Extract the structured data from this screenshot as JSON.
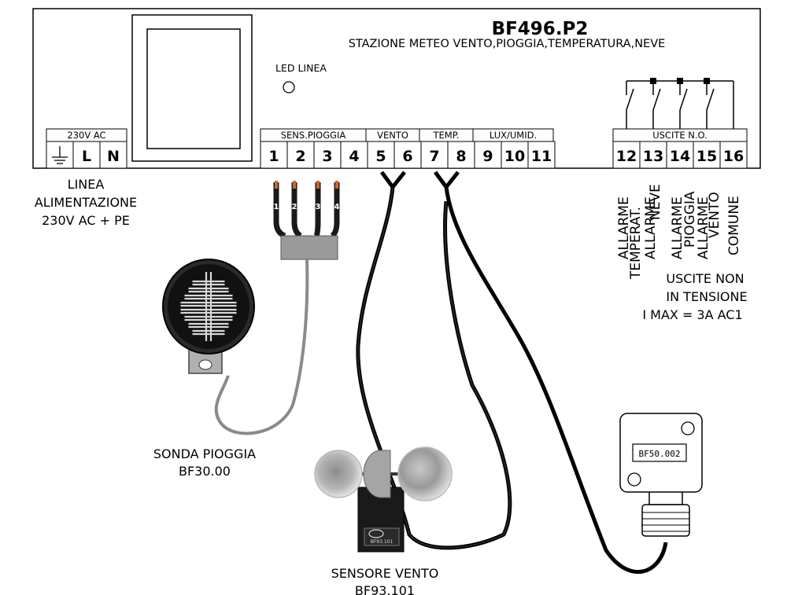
{
  "title": "BF496.P2",
  "subtitle": "STAZIONE METEO VENTO,PIOGGIA,TEMPERATURA,NEVE",
  "led_label": "LED LINEA",
  "power": {
    "header": "230V AC",
    "terminals": [
      "L",
      "N"
    ],
    "caption_lines": [
      "LINEA",
      "ALIMENTAZIONE",
      "230V AC + PE"
    ]
  },
  "groups": {
    "rain": "SENS.PIOGGIA",
    "wind": "VENTO",
    "temp": "TEMP.",
    "lux": "LUX/UMID.",
    "outputs": "USCITE N.O."
  },
  "terminals_left": [
    "1",
    "2",
    "3",
    "4",
    "5",
    "6",
    "7",
    "8",
    "9",
    "10",
    "11"
  ],
  "terminals_right": [
    "12",
    "13",
    "14",
    "15",
    "16"
  ],
  "output_labels": [
    [
      "ALLARME",
      "TEMPERAT."
    ],
    [
      "ALLARME",
      "NEVE"
    ],
    [
      "ALLARME",
      "PIOGGIA"
    ],
    [
      "ALLARME",
      "VENTO"
    ],
    [
      "COMUNE"
    ]
  ],
  "outputs_note": [
    "USCITE NON",
    "IN TENSIONE",
    "I MAX = 3A AC1"
  ],
  "rain_wires": [
    "1",
    "2",
    "3",
    "4"
  ],
  "rain_sensor": [
    "SONDA PIOGGIA",
    "BF30.00"
  ],
  "wind_sensor": [
    "SENSORE VENTO",
    "BF93.101"
  ],
  "wind_logo": "BF93.101",
  "temp_sensor_label": "BF50.002"
}
